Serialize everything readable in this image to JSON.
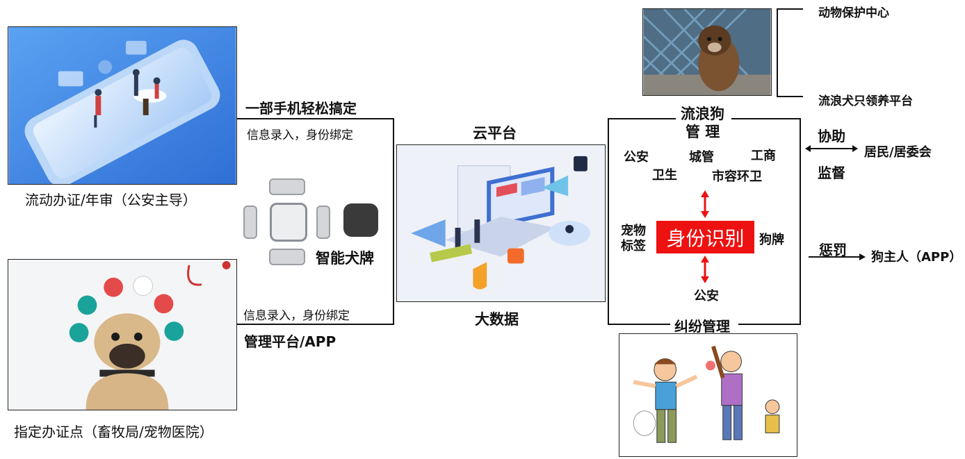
{
  "left_top": {
    "caption": "流动办证/年审（公安主导）",
    "arrow_label": "一部手机轻松搞定",
    "sub_label": "信息录入，身份绑定"
  },
  "left_bottom": {
    "caption": "指定办证点（畜牧局/宠物医院）",
    "sub_label": "信息录入，身份绑定",
    "arrow_label": "管理平台/APP"
  },
  "smart_tag": {
    "label": "智能犬牌"
  },
  "center": {
    "top_label": "云平台",
    "bottom_label": "大数据"
  },
  "stray": {
    "title_line1": "流浪狗",
    "title_line2": "管 理",
    "targets": [
      "动物保护中心",
      "流浪犬只领养平台"
    ]
  },
  "management": {
    "agencies": [
      "公安",
      "城管",
      "工商",
      "卫生",
      "市容环卫"
    ],
    "identity": "身份识别",
    "left_tag": "宠物\n标签",
    "right_tag": "狗牌",
    "bottom_agency": "公安",
    "dispute_label": "纠纷管理"
  },
  "right": {
    "assist": "协助",
    "supervise": "监督",
    "residents": "居民/居委会",
    "punish": "惩罚",
    "owner": "狗主人（APP）"
  },
  "colors": {
    "accent_red": "#ee1111",
    "phone_blue": "#3d7fe0",
    "tag_gray": "#cfd2d6"
  }
}
